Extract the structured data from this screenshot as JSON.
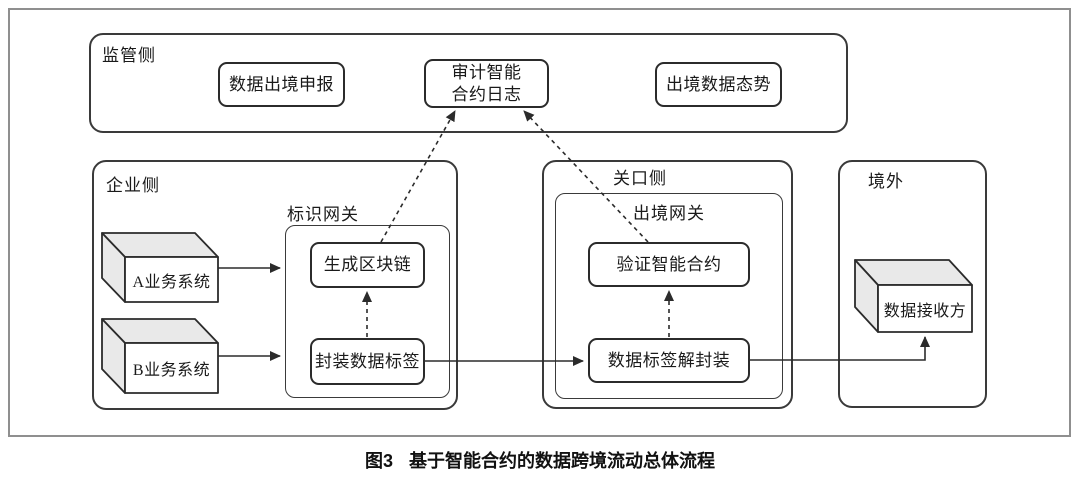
{
  "figure": {
    "caption_label": "图3",
    "caption_title": "基于智能合约的数据跨境流动总体流程"
  },
  "colors": {
    "line": "#2b2b2b",
    "group_border": "#3a3a3a",
    "outer_border": "#8f8f8f",
    "cube_face": "#e9e9e9",
    "background": "#ffffff"
  },
  "groups": {
    "regulator": {
      "label": "监管侧"
    },
    "enterprise": {
      "label": "企业侧"
    },
    "checkpoint": {
      "label": "关口侧"
    },
    "overseas": {
      "label": "境外"
    }
  },
  "gateways": {
    "identity": {
      "label": "标识网关"
    },
    "exit": {
      "label": "出境网关"
    }
  },
  "nodes": {
    "data_exit_declaration": {
      "label": "数据出境申报"
    },
    "audit_contract_log": {
      "line1": "审计智能",
      "line2": "合约日志"
    },
    "exit_data_posture": {
      "label": "出境数据态势"
    },
    "system_a": {
      "label": "A业务系统"
    },
    "system_b": {
      "label": "B业务系统"
    },
    "generate_blockchain": {
      "label": "生成区块链"
    },
    "encapsulate_data_label": {
      "label": "封装数据标签"
    },
    "verify_smart_contract": {
      "label": "验证智能合约"
    },
    "decapsulate_data_label": {
      "label": "数据标签解封装"
    },
    "data_receiver": {
      "label": "数据接收方"
    }
  },
  "edges": [
    {
      "from": "system_a",
      "to": "identity_gateway",
      "style": "solid"
    },
    {
      "from": "system_b",
      "to": "identity_gateway",
      "style": "solid"
    },
    {
      "from": "encapsulate_data_label",
      "to": "generate_blockchain",
      "style": "dashed"
    },
    {
      "from": "encapsulate_data_label",
      "to": "decapsulate_data_label",
      "style": "solid"
    },
    {
      "from": "decapsulate_data_label",
      "to": "verify_smart_contract",
      "style": "dashed"
    },
    {
      "from": "generate_blockchain",
      "to": "audit_contract_log",
      "style": "dashed"
    },
    {
      "from": "verify_smart_contract",
      "to": "audit_contract_log",
      "style": "dashed"
    },
    {
      "from": "decapsulate_data_label",
      "to": "data_receiver",
      "style": "solid"
    }
  ]
}
